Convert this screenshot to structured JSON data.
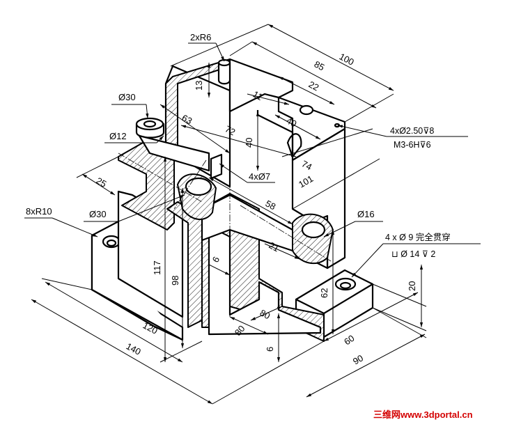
{
  "dimensions": {
    "top_100": "100",
    "top_85": "85",
    "top_22": "22",
    "top_11": "11",
    "radius_2xR6": "2xR6",
    "dim_13": "13",
    "dim_40_horizontal": "40",
    "dim_40_vertical": "40",
    "dim_72": "72",
    "dim_63": "63",
    "dim_74": "74",
    "dim_101": "101",
    "dim_58": "58",
    "dim_21": "21",
    "dim_6_wall": "6",
    "dim_117": "117",
    "dim_98": "98",
    "dim_62": "62",
    "dim_80_a": "80",
    "dim_80_b": "80",
    "dim_6_bottom": "6",
    "dim_60": "60",
    "dim_90": "90",
    "dim_20": "20",
    "dim_120": "120",
    "dim_140": "140",
    "dim_25": "25",
    "dia_30_top": "Ø30",
    "dia_12": "Ø12",
    "dia_30_mid": "Ø30",
    "dia_16": "Ø16",
    "holes_4xd7": "4xØ7",
    "radius_8xR10": "8xR10"
  },
  "notes": {
    "thread_line1": "4xØ2.50⊽8",
    "thread_line2": "M3-6H⊽6",
    "holes_line1": "4 x  Ø 9  完全贯穿",
    "holes_line2": "⊔  Ø 14 ⊽ 2"
  },
  "watermark": "三维网www.3dportal.cn"
}
